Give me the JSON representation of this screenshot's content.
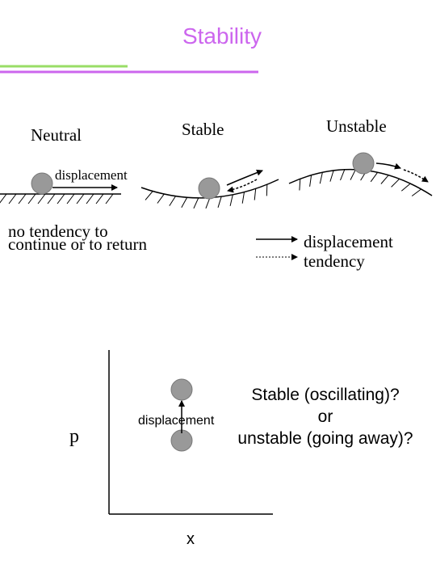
{
  "title": "Stability",
  "colors": {
    "title": "#cc66ee",
    "rule_green": "#99dd66",
    "rule_purple": "#cc66ee",
    "ball_fill": "#999999",
    "ball_stroke": "#777777",
    "ink": "#000000"
  },
  "top_panel": {
    "neutral_label": "Neutral",
    "stable_label": "Stable",
    "unstable_label": "Unstable",
    "displacement_label": "displacement",
    "neutral_caption_line1": "no tendency to",
    "neutral_caption_line2": "continue or to return"
  },
  "legend": {
    "solid_label": "displacement",
    "dashed_label": "tendency"
  },
  "phase_plot": {
    "y_label": "p",
    "x_label": "x",
    "displacement_label": "displacement",
    "question_line1": "Stable (oscillating)?",
    "question_line2": "or",
    "question_line3": "unstable (going away)?"
  }
}
